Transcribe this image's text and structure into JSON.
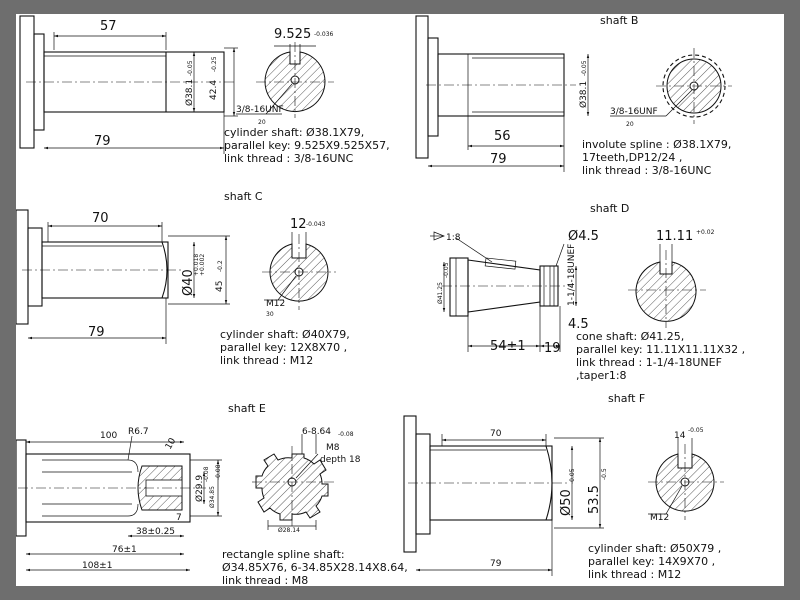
{
  "shaft_a": {
    "dim_57": "57",
    "dim_79": "79",
    "dia_38": "Ø38.1",
    "tol_38": "-0.05",
    "dia_42": "42.4",
    "tol_42": "-0.25",
    "key_width": "9.525",
    "key_tol": "-0.036",
    "thread_label": "3/8-16UNF",
    "depth": "20",
    "spec": [
      "cylinder shaft: Ø38.1X79,",
      "parallel key: 9.525X9.525X57,",
      "link thread : 3/8-16UNC"
    ]
  },
  "shaft_b": {
    "title": "shaft B",
    "dim_56": "56",
    "dim_79": "79",
    "dia": "Ø38.1",
    "dia_tol": "-0.05",
    "thread_label": "3/8-16UNF",
    "depth": "20",
    "spec": [
      "involute spline : Ø38.1X79,",
      "17teeth,DP12/24 ,",
      "link thread : 3/8-16UNC"
    ]
  },
  "shaft_c": {
    "title": "shaft C",
    "dim_70": "70",
    "dim_79": "79",
    "dia": "Ø40",
    "dia_tol_top": "+0.018",
    "dia_tol_bot": "+0.002",
    "dim_45": "45",
    "tol_45": "-0.2",
    "key_width": "12",
    "key_tol": "-0.043",
    "thread_label": "M12",
    "depth": "30",
    "spec": [
      "cylinder shaft: Ø40X79,",
      "parallel key: 12X8X70 ,",
      "link thread : M12"
    ]
  },
  "shaft_d": {
    "title": "shaft D",
    "taper": "1:8",
    "dia_45": "Ø4.5",
    "dia_41": "Ø41.25",
    "tol_41": "-0.05",
    "thread": "1-1/4-18UNEF",
    "dim_45b": "4.5",
    "dim_54": "54±1",
    "dim_19": "19",
    "key_width": "11.11",
    "key_tol": "+0.02",
    "spec": [
      "cone shaft: Ø41.25,",
      "parallel key: 11.11X11.11X32 ,",
      "link thread : 1-1/4-18UNEF",
      ",taper1:8"
    ]
  },
  "shaft_e": {
    "title": "shaft E",
    "dim_100": "100",
    "radius": "R6.7",
    "dim_10": "10",
    "dia_29": "Ø29.9",
    "dia_34": "Ø34.85",
    "tol_29": "-0.08",
    "tol_34": "-0.08",
    "dim_7": "7",
    "dim_38": "38±0.25",
    "dim_76": "76±1",
    "dim_108": "108±1",
    "spline_label": "6-8.64",
    "spline_tol": "-0.08",
    "thread_label": "M8",
    "depth_label": "depth 18",
    "dia_28": "Ø28.14",
    "spec": [
      "rectangle spline shaft:",
      "Ø34.85X76,  6-34.85X28.14X8.64,",
      "link thread : M8"
    ]
  },
  "shaft_f": {
    "title": "shaft F",
    "dim_70": "70",
    "dim_79": "79",
    "dia_50": "Ø50",
    "tol_50": "-0.05",
    "dim_53": "53.5",
    "tol_53": "-0.5",
    "key_width": "14",
    "key_tol": "-0.05",
    "thread_label": "M12",
    "spec": [
      "cylinder shaft: Ø50X79 ,",
      "parallel key: 14X9X70  ,",
      "link thread : M12"
    ]
  }
}
